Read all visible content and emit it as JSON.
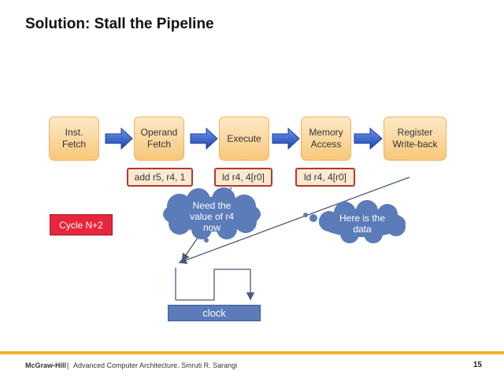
{
  "title": "Solution: Stall the Pipeline",
  "stages": [
    {
      "label": "Inst.\nFetch"
    },
    {
      "label": "Operand\nFetch"
    },
    {
      "label": "Execute"
    },
    {
      "label": "Memory\nAccess"
    },
    {
      "label": "Register\nWrite-back"
    }
  ],
  "instructions": {
    "operand_fetch": "add r5, r4, 1",
    "execute": "ld r4, 4[r0]",
    "memory_access": "ld r4, 4[r0]"
  },
  "cycle_label": "Cycle N+2",
  "callouts": {
    "need": "Need the\nvalue of r4\nnow",
    "here": "Here is the\ndata"
  },
  "clock_label": "clock",
  "footer": {
    "publisher": "McGraw-Hill",
    "separator": "|",
    "source": "Advanced Computer Architecture. Smruti R. Sarangi",
    "page": "15"
  },
  "colors": {
    "stage_fill": "#f8c77a",
    "arrow_blue": "#2a55c4",
    "cycle_red": "#e8253d",
    "cloud_blue": "#5b7bb9",
    "accent_orange": "#f2b230"
  }
}
